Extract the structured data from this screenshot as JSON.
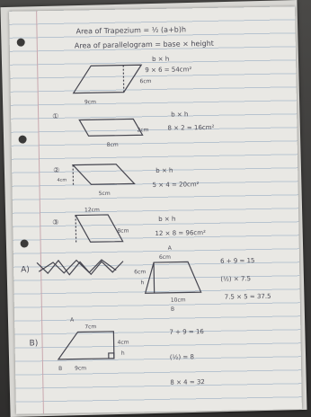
{
  "heading": {
    "line1": "Area of Trapezium = ½ (a+b)h",
    "line2": "Area of parallelogram = base × height"
  },
  "problems": [
    {
      "marker": "",
      "formula": "b × h",
      "working": "9 × 6 = 54cm²",
      "dims": [
        "6cm",
        "9cm"
      ]
    },
    {
      "marker": "①",
      "formula": "b × h",
      "working": "8 × 2 = 16cm²",
      "dims": [
        "2cm",
        "8cm"
      ]
    },
    {
      "marker": "②",
      "formula": "b × h",
      "working": "5 × 4 = 20cm²",
      "dims": [
        "4cm",
        "5cm"
      ]
    },
    {
      "marker": "③",
      "formula": "b × h",
      "working": "12 × 8 = 96cm²",
      "dims": [
        "12cm",
        "8cm"
      ]
    }
  ],
  "trapezium_a": {
    "label": "A)",
    "dims": [
      "6cm",
      "6cm",
      "10cm"
    ],
    "vertex_top": "A",
    "vertex_left": "h",
    "vertex_bottom": "B",
    "working": [
      "6 + 9 = 15",
      "(½) × 7.5",
      "7.5 × 5 = 37.5"
    ]
  },
  "trapezium_b": {
    "label": "B)",
    "dims": [
      "7cm",
      "4cm",
      "9cm"
    ],
    "vertex_top": "A",
    "vertex_right": "h",
    "vertex_bottom": "B",
    "working": [
      "7 + 9 = 16",
      "(½) = 8",
      "8 × 4 = 32"
    ]
  }
}
